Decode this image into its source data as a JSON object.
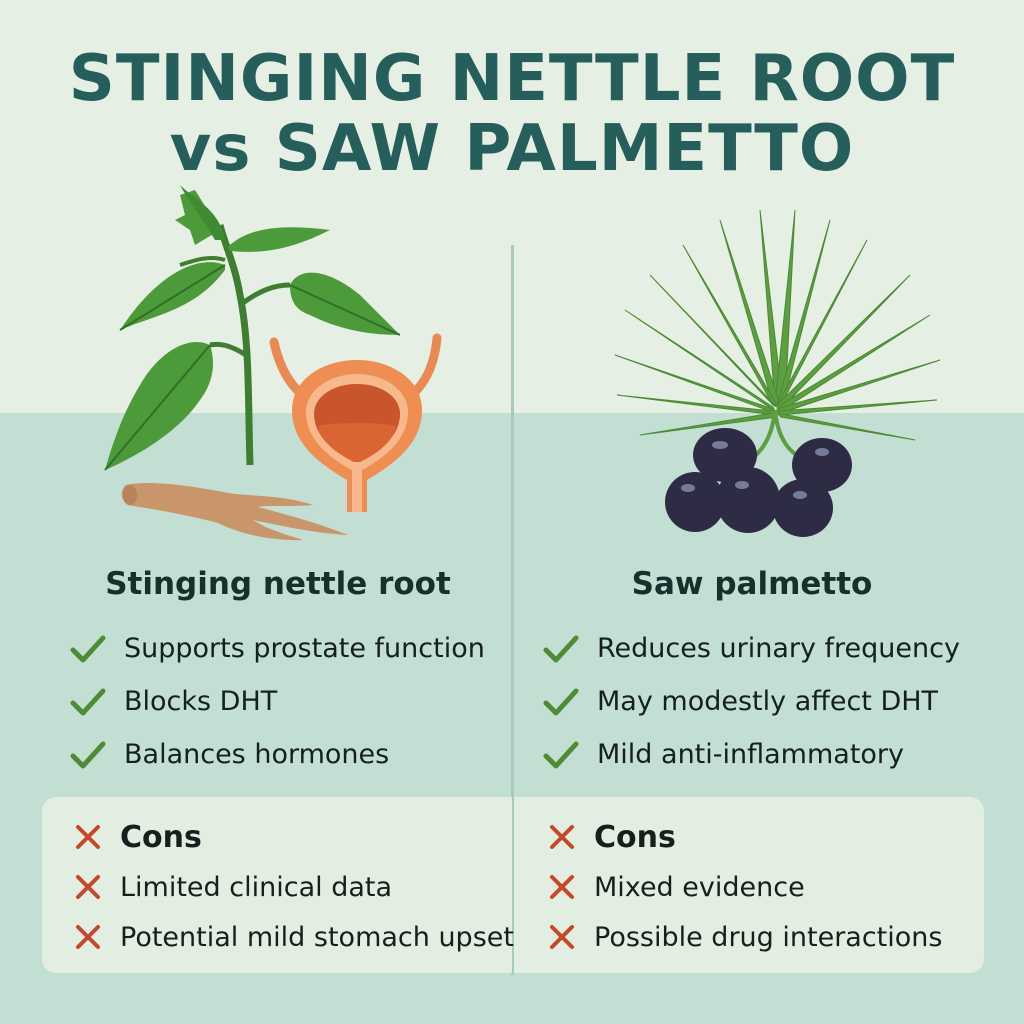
{
  "title": {
    "line1": "STINGING NETTLE ROOT",
    "line2": "vs SAW PALMETTO"
  },
  "colors": {
    "title": "#265e5c",
    "bg_top": "#e6efe4",
    "bg_bottom": "#c3ded3",
    "check": "#4f8a35",
    "cross": "#c8462a",
    "cons_box": "#e2eee1"
  },
  "left": {
    "name": "Stinging nettle root",
    "illustration": [
      "nettle-plant-icon",
      "bladder-prostate-icon",
      "root-icon"
    ],
    "pros": [
      {
        "icon": "check-icon",
        "text": "Supports prostate function"
      },
      {
        "icon": "check-icon",
        "text": "Blocks DHT"
      },
      {
        "icon": "check-icon",
        "text": "Balances hormones"
      }
    ],
    "cons_heading": "Cons",
    "cons": [
      {
        "icon": "cross-icon",
        "text": "Limited clinical data"
      },
      {
        "icon": "cross-icon",
        "text": "Potential mild stomach upset"
      }
    ]
  },
  "right": {
    "name": "Saw palmetto",
    "illustration": [
      "palm-frond-icon",
      "berries-icon"
    ],
    "pros": [
      {
        "icon": "check-icon",
        "text": "Reduces urinary frequency"
      },
      {
        "icon": "check-icon",
        "text": "May modestly affect DHT"
      },
      {
        "icon": "check-icon",
        "text": "Mild anti-inflammatory"
      }
    ],
    "cons_heading": "Cons",
    "cons": [
      {
        "icon": "cross-icon",
        "text": "Mixed evidence"
      },
      {
        "icon": "cross-icon",
        "text": "Possible drug interactions"
      }
    ]
  }
}
